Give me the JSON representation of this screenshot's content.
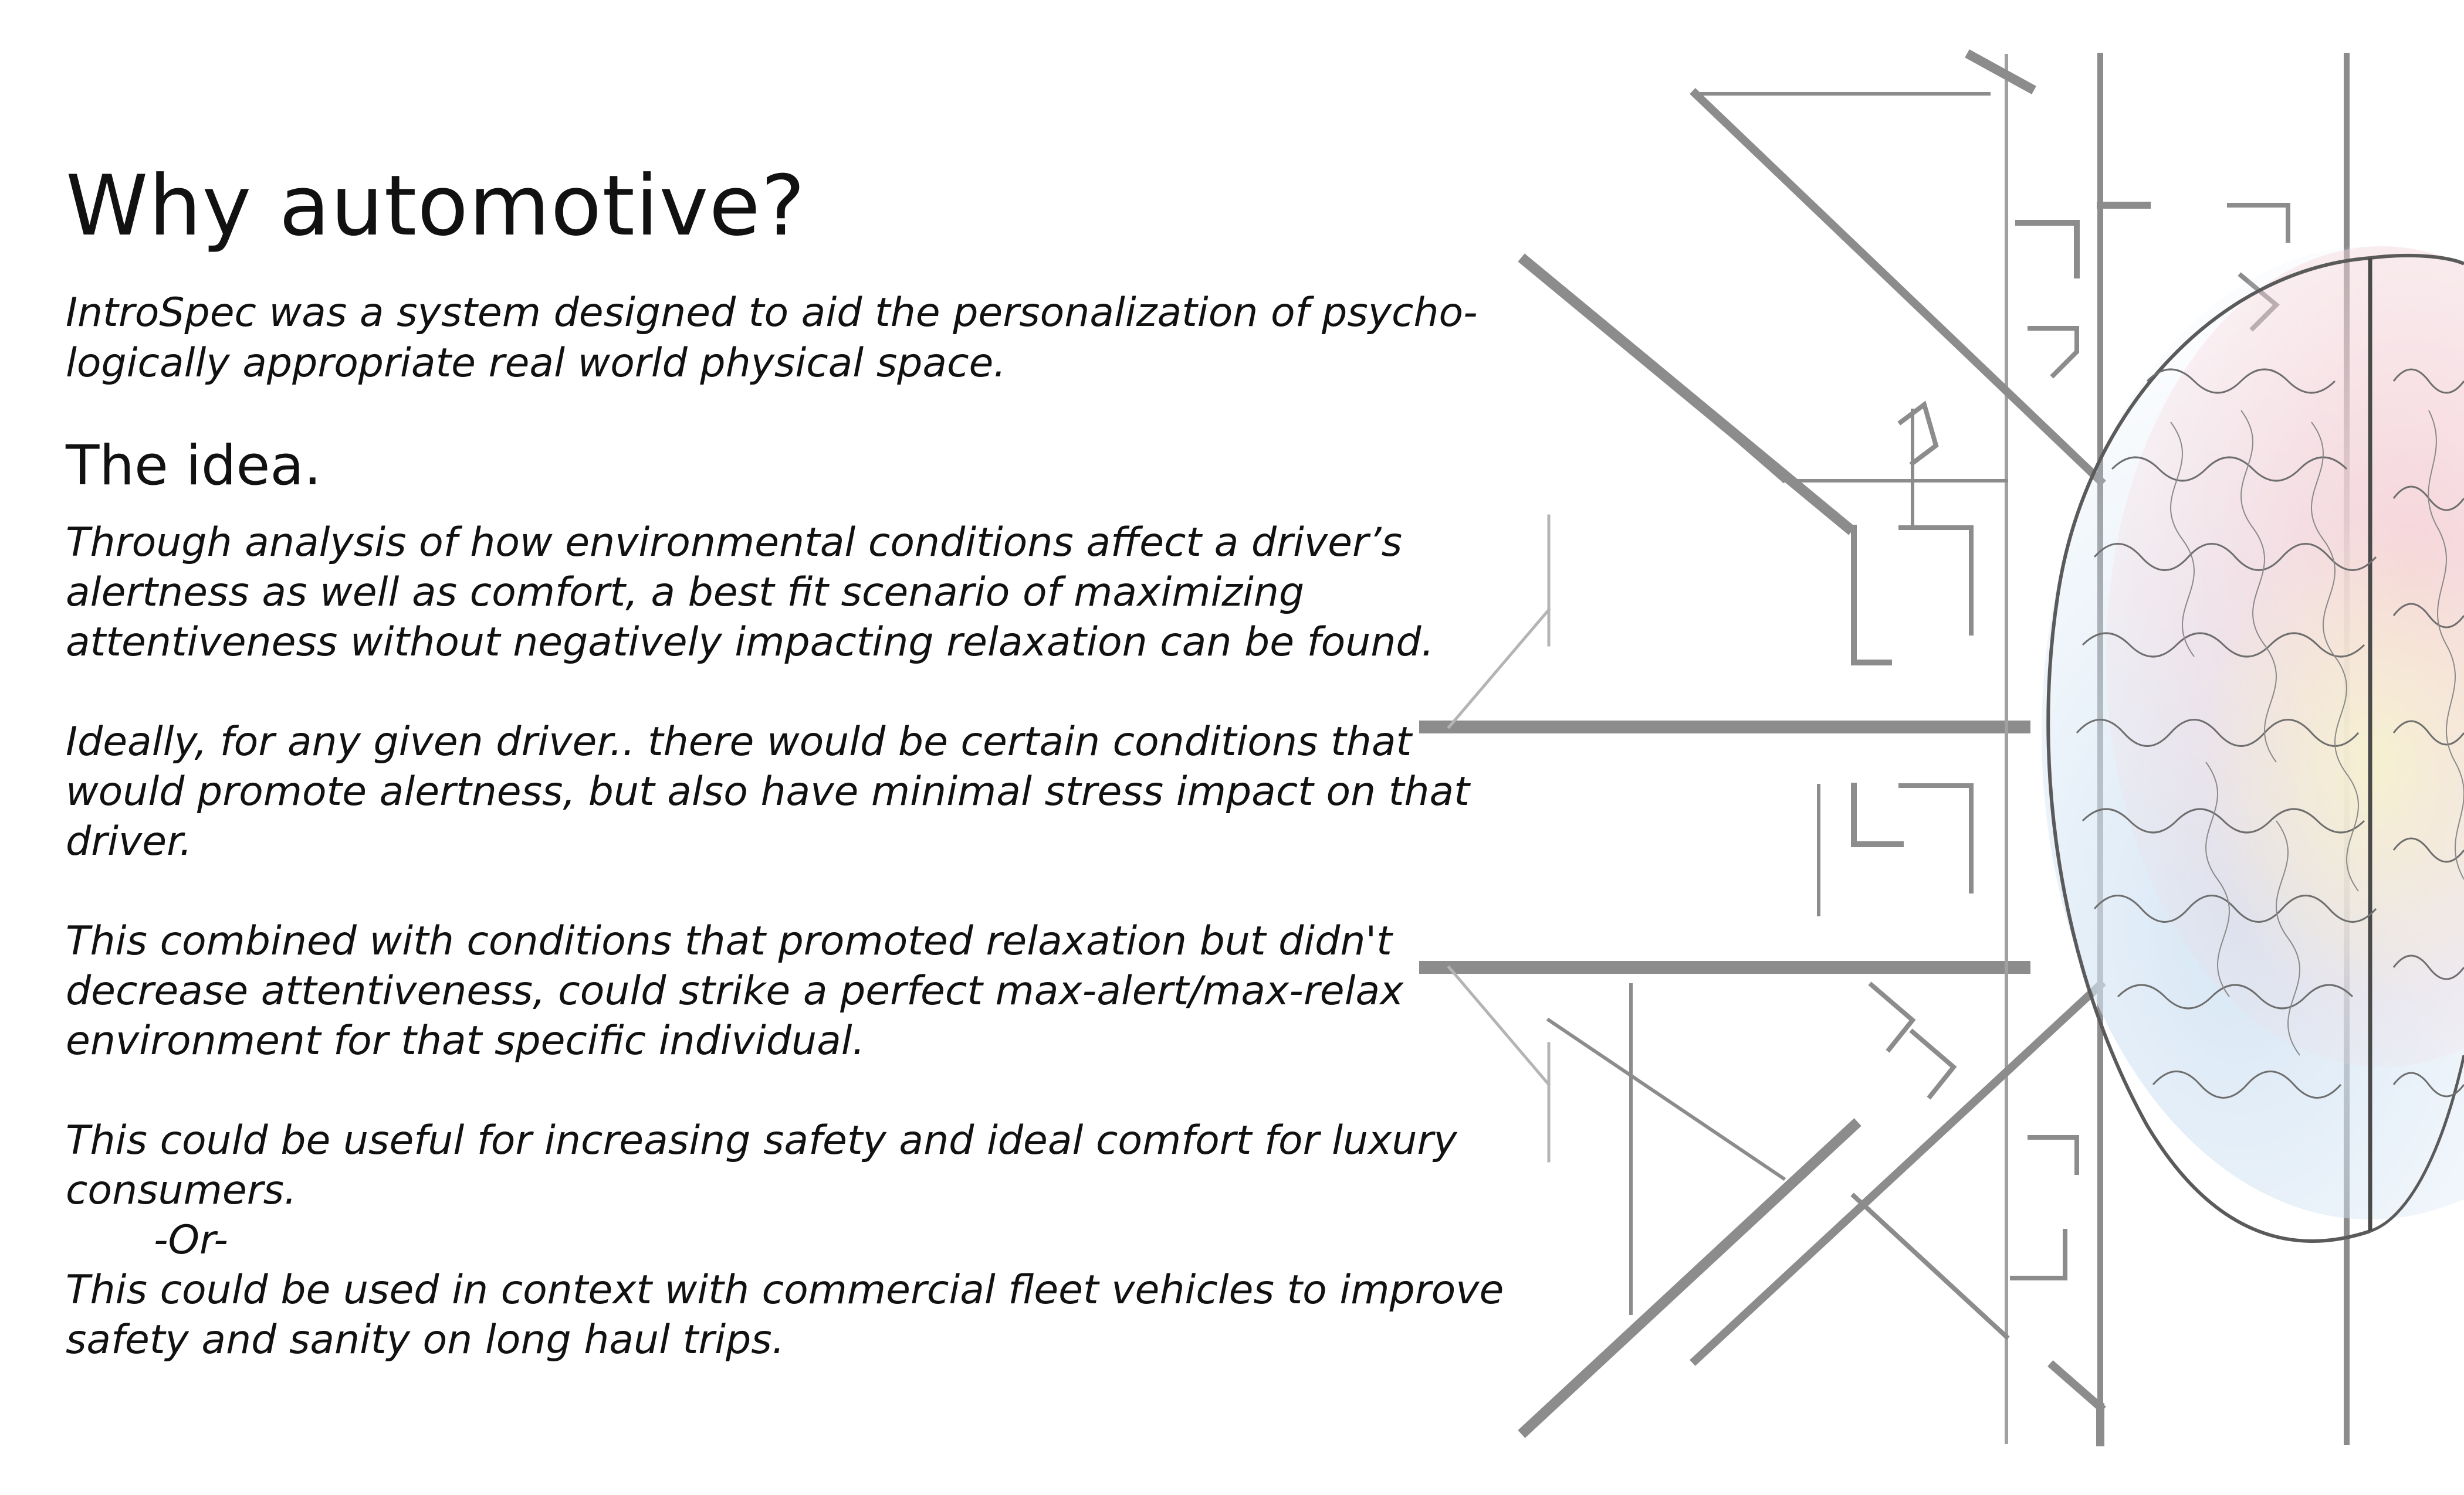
{
  "slide": {
    "title": "Why automotive?",
    "intro": "IntroSpec was a system designed to aid the personalization of psycho-logically appropriate real world physical space.",
    "idea_heading": "The idea.",
    "paragraphs": [
      "Through analysis of how environmental conditions affect a driver’s alertness as well as comfort, a best fit scenario of maximizing attentiveness without negatively impacting relaxation can be found.",
      "Ideally, for any given driver.. there would be certain conditions that would promote alertness, but also have minimal stress impact on that driver.",
      "This combined with conditions that promoted relaxation but didn't decrease attentiveness, could strike a perfect max-alert/max-relax environment for that specific individual.",
      "This could be useful for increasing safety and ideal comfort for luxury consumers."
    ],
    "or_text": "-Or-",
    "final_paragraph": "This could be used in context with commercial fleet vehicles to improve safety and sanity on long haul trips."
  },
  "colors": {
    "text": "#111111",
    "floorplan_lines": "#8c8c8c",
    "brain_pink": "#f6d3d8",
    "brain_blue": "#d5e5f4",
    "brain_yellow": "#f7f3cf"
  },
  "illustration": {
    "name": "floorplan-brain-illustration"
  }
}
